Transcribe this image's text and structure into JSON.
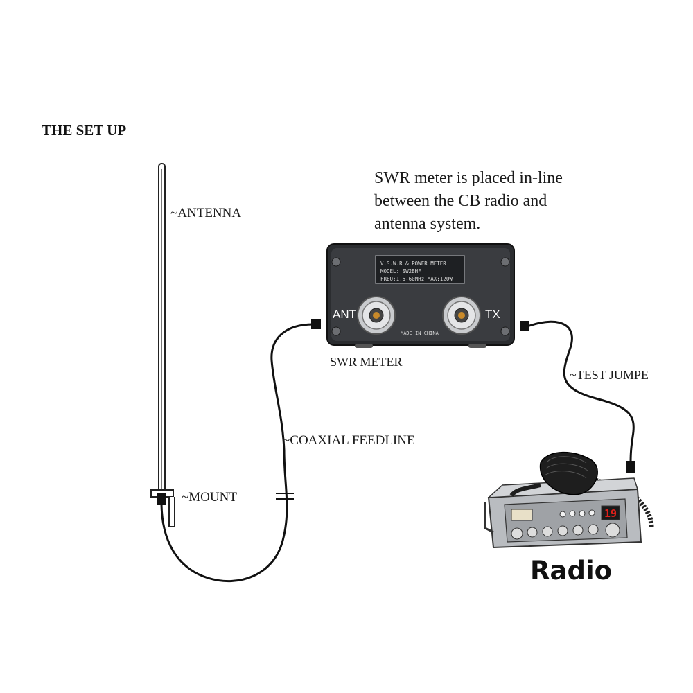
{
  "title": "THE SET UP",
  "description_lines": [
    "SWR meter is placed in-line",
    "between the CB radio and",
    "antenna system."
  ],
  "labels": {
    "antenna": "~ANTENNA",
    "mount": "~MOUNT",
    "coax": "~COAXIAL FEEDLINE",
    "test_jumper": "~TEST JUMPE",
    "swr_meter": "SWR METER",
    "radio": "Radio"
  },
  "meter": {
    "screen_line1": "V.S.W.R & POWER METER",
    "screen_line2": "MODEL: SW2BHF",
    "screen_line3": "FREQ:1.5-60MHz   MAX:120W",
    "port_ant": "ANT",
    "port_tx": "TX",
    "made_in": "MADE IN CHINA"
  },
  "radio_display": "19",
  "colors": {
    "meter_body": "#2b2d30",
    "radio_display_red": "#e0201a",
    "radio_body": "#b9bcc0"
  }
}
